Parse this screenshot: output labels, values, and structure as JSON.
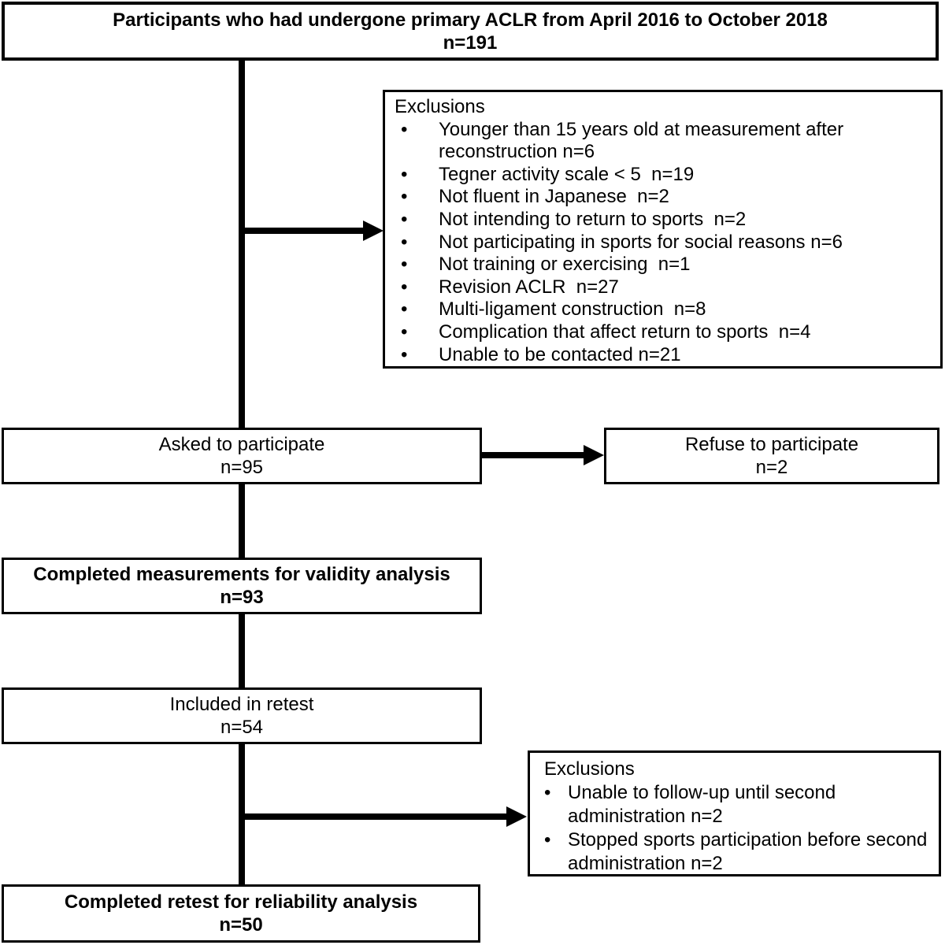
{
  "colors": {
    "background": "#ffffff",
    "line": "#000000",
    "text": "#000000"
  },
  "boxes": {
    "participants": {
      "text": "Participants who had undergone primary ACLR from April 2016 to October 2018",
      "n": "n=191"
    },
    "exclusions1": {
      "title": "Exclusions",
      "items": [
        "Younger than 15 years old at measurement after\nreconstruction n=6",
        "Tegner activity scale < 5  n=19",
        "Not fluent in Japanese  n=2",
        "Not intending to return to sports  n=2",
        "Not participating in sports for social reasons n=6",
        "Not training or exercising  n=1",
        "Revision ACLR  n=27",
        "Multi-ligament construction  n=8",
        "Complication that affect return to sports  n=4",
        "Unable to be contacted n=21"
      ]
    },
    "asked": {
      "text": "Asked to participate",
      "n": "n=95"
    },
    "refuse": {
      "text": "Refuse to participate",
      "n": "n=2"
    },
    "validity": {
      "text": "Completed measurements for validity analysis",
      "n": "n=93"
    },
    "included": {
      "text": "Included in retest",
      "n": "n=54"
    },
    "exclusions2": {
      "title": "Exclusions",
      "items": [
        "Unable to follow-up until second\nadministration n=2",
        "Stopped sports participation before second\nadministration n=2"
      ]
    },
    "reliability": {
      "text": "Completed retest for reliability analysis",
      "n": "n=50"
    }
  }
}
